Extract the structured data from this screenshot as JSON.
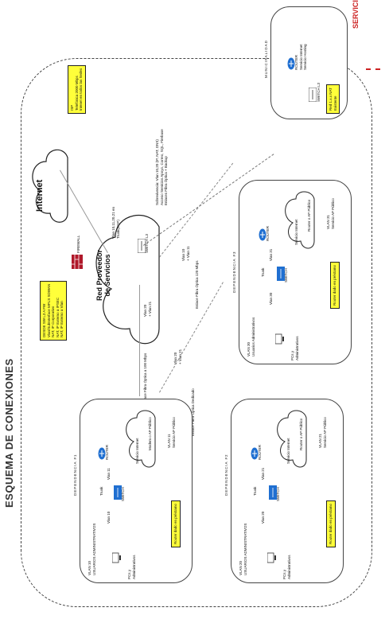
{
  "header": {
    "title": "ESQUEMA DE CONEXIONES",
    "legend_label": "SERVICIO"
  },
  "colors": {
    "accent_red": "#cc2222",
    "note_yellow": "#ffff3a",
    "router_blue": "#1f6fd1",
    "firewall_red": "#b0182a"
  },
  "internet": {
    "label": "Internet",
    "note": "ISP\nTelefónica 2000 Mbps\nIntenet en todos las Sedes"
  },
  "municipalidad": {
    "label": "MUNICIPALIDAD",
    "router_label": "ROUTER\nServicio Internet\nServicio Hosting",
    "switch_label": "SWITCH L3",
    "note": "Red 1.x.x NAT\nExistente"
  },
  "provider": {
    "label": "Red Proveedor\nde Servicios",
    "firewall_label": "FIREWALL",
    "switch_label": "SWITCH L3",
    "vlan_top": "Vlan 10,11,20,21 en\nTrunk(BGP)",
    "vlan_left": "Vlan 20\n+ Vlan 21",
    "vlan_right": "Vlan 10\n+ Vlan 11",
    "vlan_bottom": "Vlan 20\n+ Vlan 21",
    "note_services": "Sobrevivencia: Vlan 10,20 (IP, NAT, DNS)\nAcceso Servicios Apoyo, Correo, SQL, Firebase\nEnlaces Fibra Óptica + Backup"
  },
  "central_note": "DESDE SW L3 A FW\nVlan/SubInterface MPLS SDWAN\nNAT, IP Corporativo\nNAT, IP Externo a IPSEC\nNAT, IP Externo a Vlan",
  "links": {
    "link_a": "Enlace Fibra Óptica a 100 Mbps",
    "link_b": "Enlace Fibra Óptica 120 Mbps",
    "link_c": "Enlace Fibra Óptica Dedicado"
  },
  "dependencias": [
    {
      "id": "dep1",
      "title": "DEPENDENCIA #1",
      "router_label": "ROUTER",
      "switch_label": "SWITCH",
      "trunk_label": "Trunk",
      "vlan_a": "Vlan 10",
      "vlan_b": "Vlan 11",
      "server_label": "Servicio Internet",
      "ap_label": "Modem o AP Público",
      "vlan_info_a": "VLAN 10\nUSUARIOS ADMINISTRATIVOS",
      "vlan_info_b": "VLAN 11\nServicio AP Público",
      "pc_label": "PCs y\nAdministrativos",
      "note": "Router dado en préstamo"
    },
    {
      "id": "dep2",
      "title": "DEPENDENCIA #2",
      "router_label": "ROUTER",
      "switch_label": "SWITCH",
      "trunk_label": "Trunk",
      "vlan_a": "Vlan 20",
      "vlan_b": "Vlan 21",
      "server_label": "Servicio Internet",
      "ap_label": "Router o AP Público",
      "vlan_info_a": "VLAN 20\nUSUARIOS ADMINISTRATIVOS",
      "vlan_info_b": "VLAN 21\nServicio AP Público",
      "pc_label": "PCs y\nAdministrativos",
      "note": "Router dado en préstamo"
    },
    {
      "id": "dep3",
      "title": "DEPENDENCIA #3",
      "router_label": "ROUTER",
      "switch_label": "SWITCH",
      "trunk_label": "Trunk",
      "vlan_a": "Vlan 30",
      "vlan_b": "Vlan 31",
      "server_label": "Servicio Internet",
      "ap_label": "Router o AP Público",
      "vlan_info_a": "VLAN 30\nUsuarios Administrativos",
      "vlan_info_b": "VLAN 31\nServicio AP Público",
      "pc_label": "PCs y\nAdministrativos",
      "note": "Router dado en préstamo"
    }
  ]
}
